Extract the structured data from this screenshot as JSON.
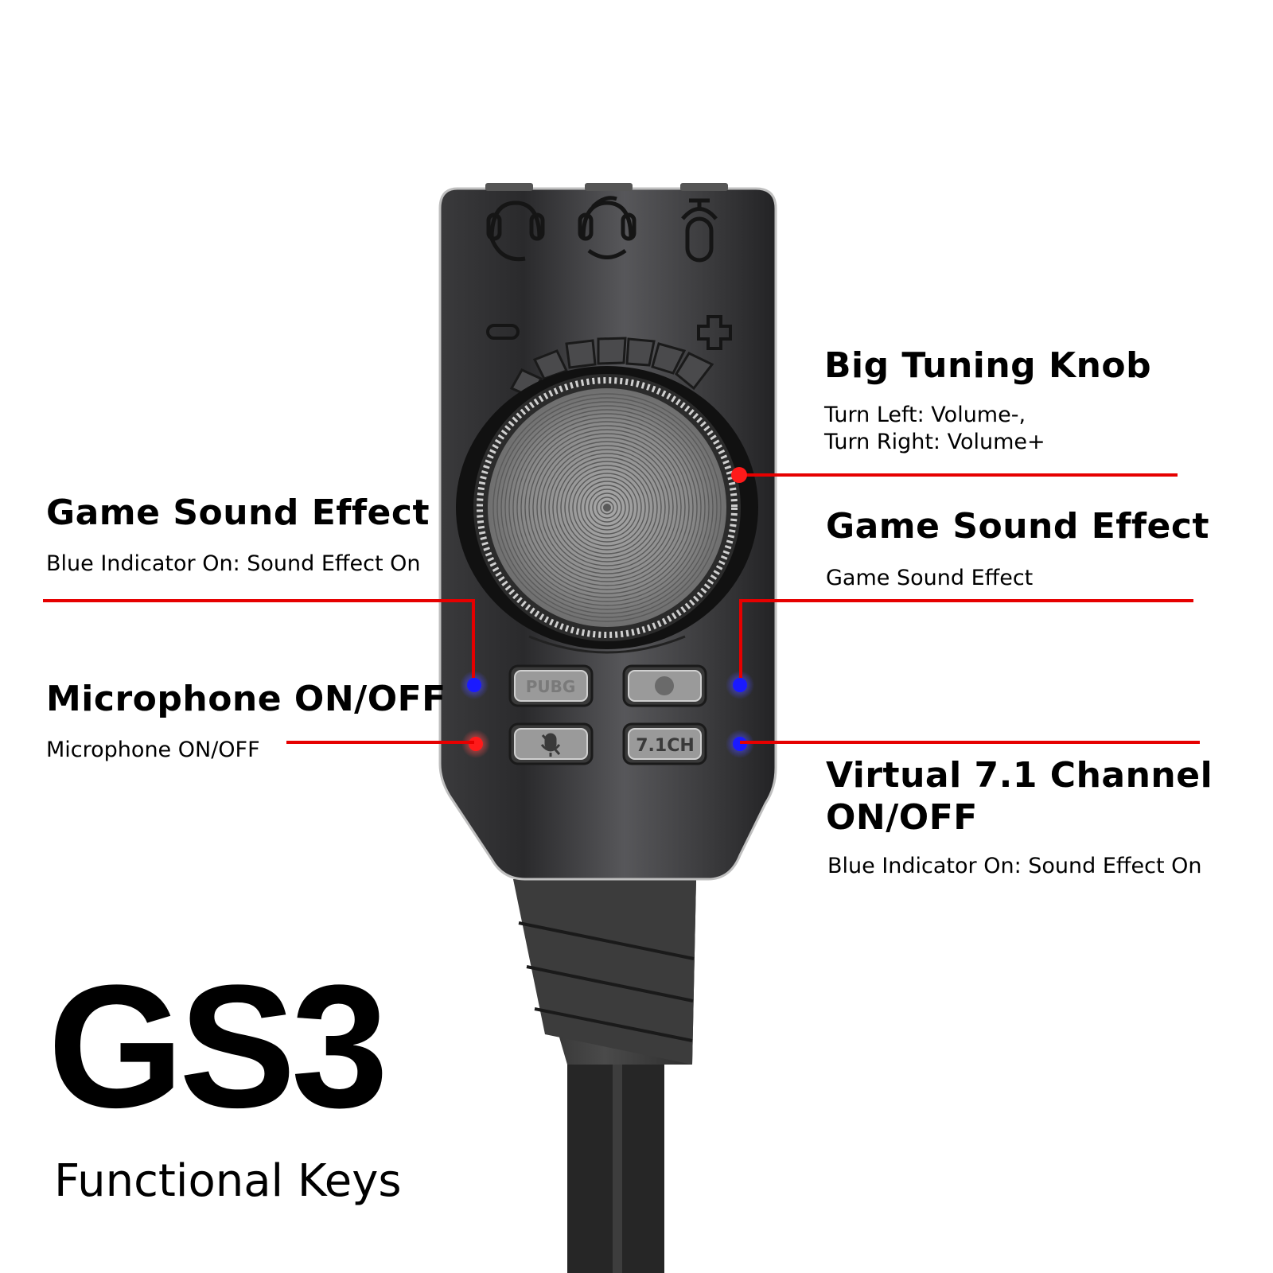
{
  "callouts": {
    "big_tuning_knob": {
      "title": "Big Tuning Knob",
      "desc_line1": "Turn Left: Volume-,",
      "desc_line2": "Turn Right: Volume+"
    },
    "game_sound_effect_left": {
      "title": "Game Sound Effect",
      "desc": "Blue Indicator On: Sound Effect On"
    },
    "game_sound_effect_right": {
      "title": "Game Sound Effect",
      "desc": "Game Sound Effect"
    },
    "microphone": {
      "title": "Microphone ON/OFF",
      "desc": "Microphone ON/OFF"
    },
    "virtual_71": {
      "title_line1": "Virtual 7.1 Channel",
      "title_line2": "ON/OFF",
      "desc": "Blue Indicator On: Sound Effect On"
    }
  },
  "device": {
    "button_pubg": "PUBG",
    "button_71": "7.1CH",
    "minus_symbol": "−",
    "plus_symbol": "+",
    "icons": [
      "headset-icon",
      "headset-mic-icon",
      "microphone-icon",
      "mic-mute-icon"
    ]
  },
  "brand": {
    "model": "GS3",
    "subtitle": "Functional Keys"
  },
  "colors": {
    "callout_line": "#e60000",
    "indicator_blue": "#1a1aff",
    "indicator_red": "#ff1a1a"
  }
}
